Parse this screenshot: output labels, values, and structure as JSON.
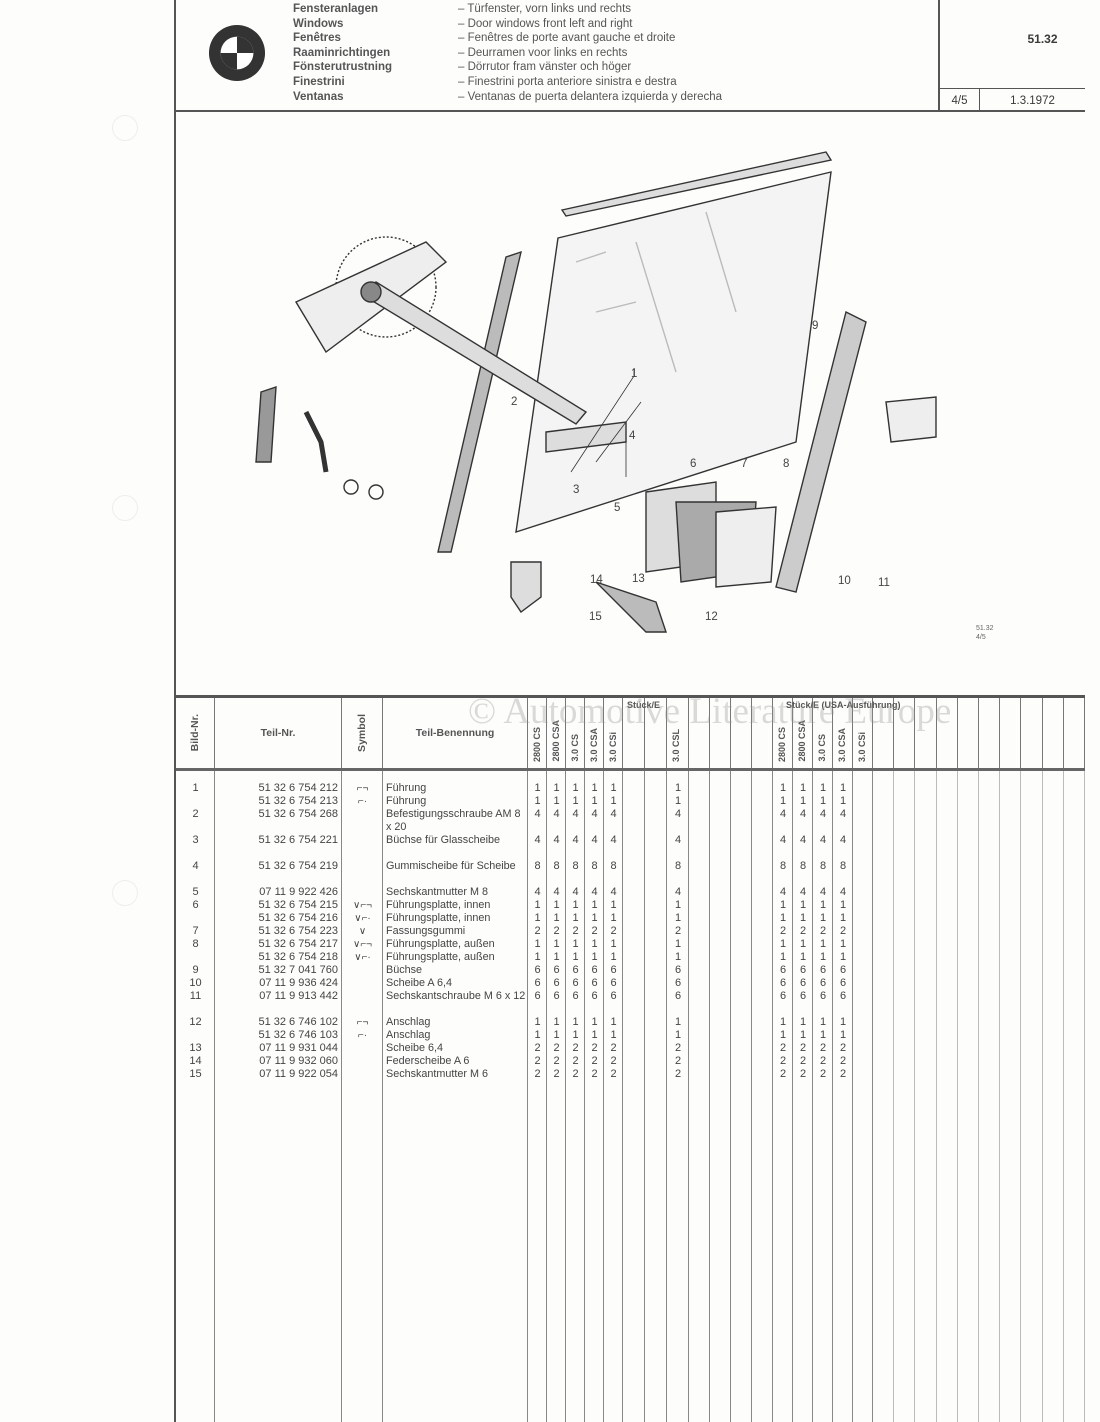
{
  "header": {
    "logo_text": "BMW",
    "categories": [
      "Fensteranlagen",
      "Windows",
      "Fenêtres",
      "Raaminrichtingen",
      "Fönsterutrustning",
      "Finestrini",
      "Ventanas"
    ],
    "descriptions": [
      "– Türfenster, vorn links und rechts",
      "– Door windows front left and right",
      "– Fenêtres de porte avant gauche et droite",
      "– Deurramen voor links en rechts",
      "– Dörrutor fram vänster och höger",
      "– Finestrini porta anteriore sinistra e destra",
      "– Ventanas de puerta delantera izquierda y derecha"
    ],
    "group_code": "51.32",
    "page": "4/5",
    "date": "1.3.1972"
  },
  "drawing": {
    "callouts": [
      "1",
      "2",
      "3",
      "4",
      "5",
      "6",
      "7",
      "8",
      "9",
      "10",
      "11",
      "12",
      "13",
      "14",
      "15"
    ],
    "caption_code": "51.32",
    "caption_page": "4/5"
  },
  "watermark": "© Automotive Literature Europe",
  "table": {
    "headers": {
      "bild_nr": "Bild-Nr.",
      "teil_nr": "Teil-Nr.",
      "symbol": "Symbol",
      "benennung": "Teil-Benennung",
      "group_ece": "Stück/E",
      "group_usa": "Stück/E (USA-Ausführung)"
    },
    "models_ece": [
      "2800 CS",
      "2800 CSA",
      "3.0 CS",
      "3.0 CSA",
      "3.0 CSi",
      "",
      "",
      "3.0 CSL"
    ],
    "models_usa": [
      "2800 CS",
      "2800 CSA",
      "3.0 CS",
      "3.0 CSA",
      "3.0 CSi"
    ],
    "rows": [
      {
        "no": "1",
        "part": "51 32 6 754 212",
        "symbol": "⌐¬",
        "name": "Führung",
        "qty": "1"
      },
      {
        "no": "",
        "part": "51 32 6 754 213",
        "symbol": "⌐·",
        "name": "Führung",
        "qty": "1"
      },
      {
        "no": "2",
        "part": "51 32 6 754 268",
        "symbol": "",
        "name": "Befestigungsschraube AM 8 x 20",
        "qty": "4",
        "lines": 2
      },
      {
        "no": "3",
        "part": "51 32 6 754 221",
        "symbol": "",
        "name": "Büchse für Glasscheibe",
        "qty": "4",
        "lines": 2
      },
      {
        "no": "4",
        "part": "51 32 6 754 219",
        "symbol": "",
        "name": "Gummischeibe für Scheibe",
        "qty": "8",
        "lines": 2
      },
      {
        "no": "5",
        "part": "07 11 9 922 426",
        "symbol": "",
        "name": "Sechskantmutter M 8",
        "qty": "4"
      },
      {
        "no": "6",
        "part": "51 32 6 754 215",
        "symbol": "∨⌐¬",
        "name": "Führungsplatte, innen",
        "qty": "1"
      },
      {
        "no": "",
        "part": "51 32 6 754 216",
        "symbol": "∨⌐·",
        "name": "Führungsplatte, innen",
        "qty": "1"
      },
      {
        "no": "7",
        "part": "51 32 6 754 223",
        "symbol": "∨",
        "name": "Fassungsgummi",
        "qty": "2"
      },
      {
        "no": "8",
        "part": "51 32 6 754 217",
        "symbol": "∨⌐¬",
        "name": "Führungsplatte, außen",
        "qty": "1"
      },
      {
        "no": "",
        "part": "51 32 6 754 218",
        "symbol": "∨⌐·",
        "name": "Führungsplatte, außen",
        "qty": "1"
      },
      {
        "no": "9",
        "part": "51 32 7 041 760",
        "symbol": "",
        "name": "Büchse",
        "qty": "6"
      },
      {
        "no": "10",
        "part": "07 11 9 936 424",
        "symbol": "",
        "name": "Scheibe A 6,4",
        "qty": "6"
      },
      {
        "no": "11",
        "part": "07 11 9 913 442",
        "symbol": "",
        "name": "Sechskantschraube M 6 x 12",
        "qty": "6",
        "lines": 2
      },
      {
        "no": "12",
        "part": "51 32 6 746 102",
        "symbol": "⌐¬",
        "name": "Anschlag",
        "qty": "1"
      },
      {
        "no": "",
        "part": "51 32 6 746 103",
        "symbol": "⌐·",
        "name": "Anschlag",
        "qty": "1"
      },
      {
        "no": "13",
        "part": "07 11 9 931 044",
        "symbol": "",
        "name": "Scheibe 6,4",
        "qty": "2"
      },
      {
        "no": "14",
        "part": "07 11 9 932 060",
        "symbol": "",
        "name": "Federscheibe A 6",
        "qty": "2"
      },
      {
        "no": "15",
        "part": "07 11 9 922 054",
        "symbol": "",
        "name": "Sechskantmutter M 6",
        "qty": "2"
      }
    ]
  }
}
